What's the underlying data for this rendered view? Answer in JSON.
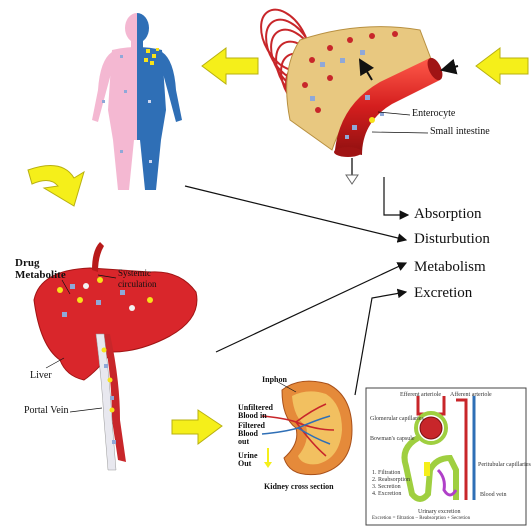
{
  "intestine": {
    "enterocyte_label": "Enterocyte",
    "small_intestine_label": "Small intestine"
  },
  "processes": {
    "items": [
      "Absorption",
      "Disturbution",
      "Metabolism",
      "Excretion"
    ]
  },
  "liver": {
    "drug_label": "Drug",
    "metabolite_label": "Metabolite",
    "systemic_label_line1": "Systemic",
    "systemic_label_line2": "circulation",
    "liver_label": "Liver",
    "portal_vein_label": "Portal Vein"
  },
  "kidney": {
    "caption": "Kidney cross section",
    "hilum_label": "Inphon",
    "side_labels": [
      "Unfiltered",
      "Blood in",
      "Filtered",
      "Blood",
      "out",
      "Urine",
      "Out"
    ]
  },
  "nephron": {
    "labels": [
      "Efferent arteriole",
      "Afferent arteriole",
      "Glomerular capillaries",
      "Bowman's capsule",
      "Peritubular capillaries",
      "Blood vein"
    ],
    "steps": [
      "1. Filtration",
      "2. Reabsorption",
      "3. Secretion",
      "4. Excretion"
    ],
    "footer_line1": "Urinary excretion",
    "footer_line2": "Excretion = filtration – Reabsorption + Secretion"
  },
  "colors": {
    "arrow_yellow": "#f5ef1a",
    "liver_red": "#d9262b",
    "vessel_red": "#c8262a",
    "body_pink": "#f4b8d2",
    "body_blue": "#2f6fb6",
    "enterocyte_tan": "#e8c880"
  }
}
